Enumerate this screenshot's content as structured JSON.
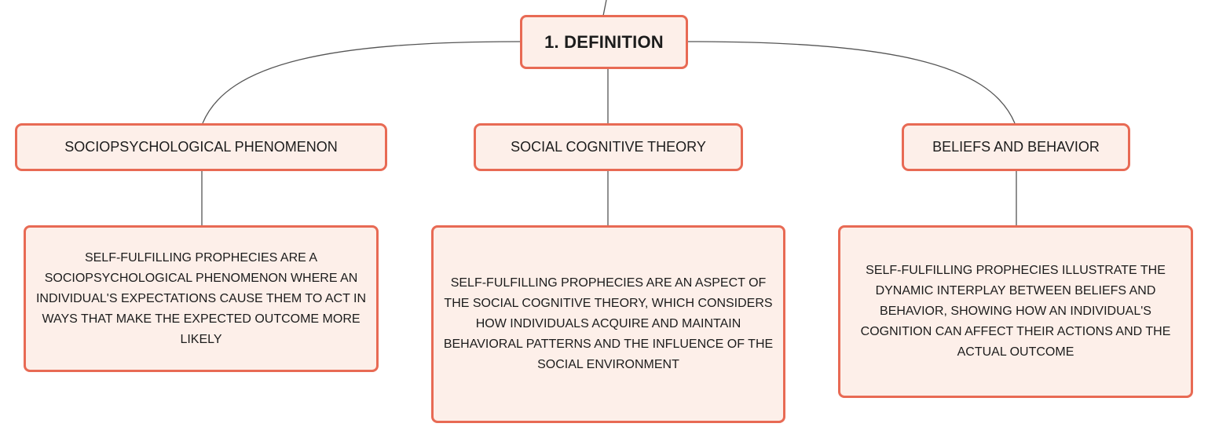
{
  "colors": {
    "border": "#e86a54",
    "fill": "#fdefe9",
    "link": "#555555",
    "text": "#1c1c1c"
  },
  "root": {
    "label": "1. DEFINITION"
  },
  "branches": [
    {
      "title": "SOCIOPSYCHOLOGICAL PHENOMENON",
      "detail": "SELF-FULFILLING PROPHECIES ARE A SOCIOPSYCHOLOGICAL PHENOMENON WHERE AN INDIVIDUAL'S EXPECTATIONS CAUSE THEM TO ACT IN WAYS THAT MAKE THE EXPECTED OUTCOME MORE LIKELY"
    },
    {
      "title": "SOCIAL COGNITIVE THEORY",
      "detail": "SELF-FULFILLING PROPHECIES ARE AN ASPECT OF THE SOCIAL COGNITIVE THEORY, WHICH CONSIDERS HOW INDIVIDUALS ACQUIRE AND MAINTAIN BEHAVIORAL PATTERNS AND THE INFLUENCE OF THE SOCIAL ENVIRONMENT"
    },
    {
      "title": "BELIEFS AND BEHAVIOR",
      "detail": "SELF-FULFILLING PROPHECIES ILLUSTRATE THE DYNAMIC INTERPLAY BETWEEN BELIEFS AND BEHAVIOR, SHOWING HOW AN INDIVIDUAL'S COGNITION CAN AFFECT THEIR ACTIONS AND THE ACTUAL OUTCOME"
    }
  ]
}
